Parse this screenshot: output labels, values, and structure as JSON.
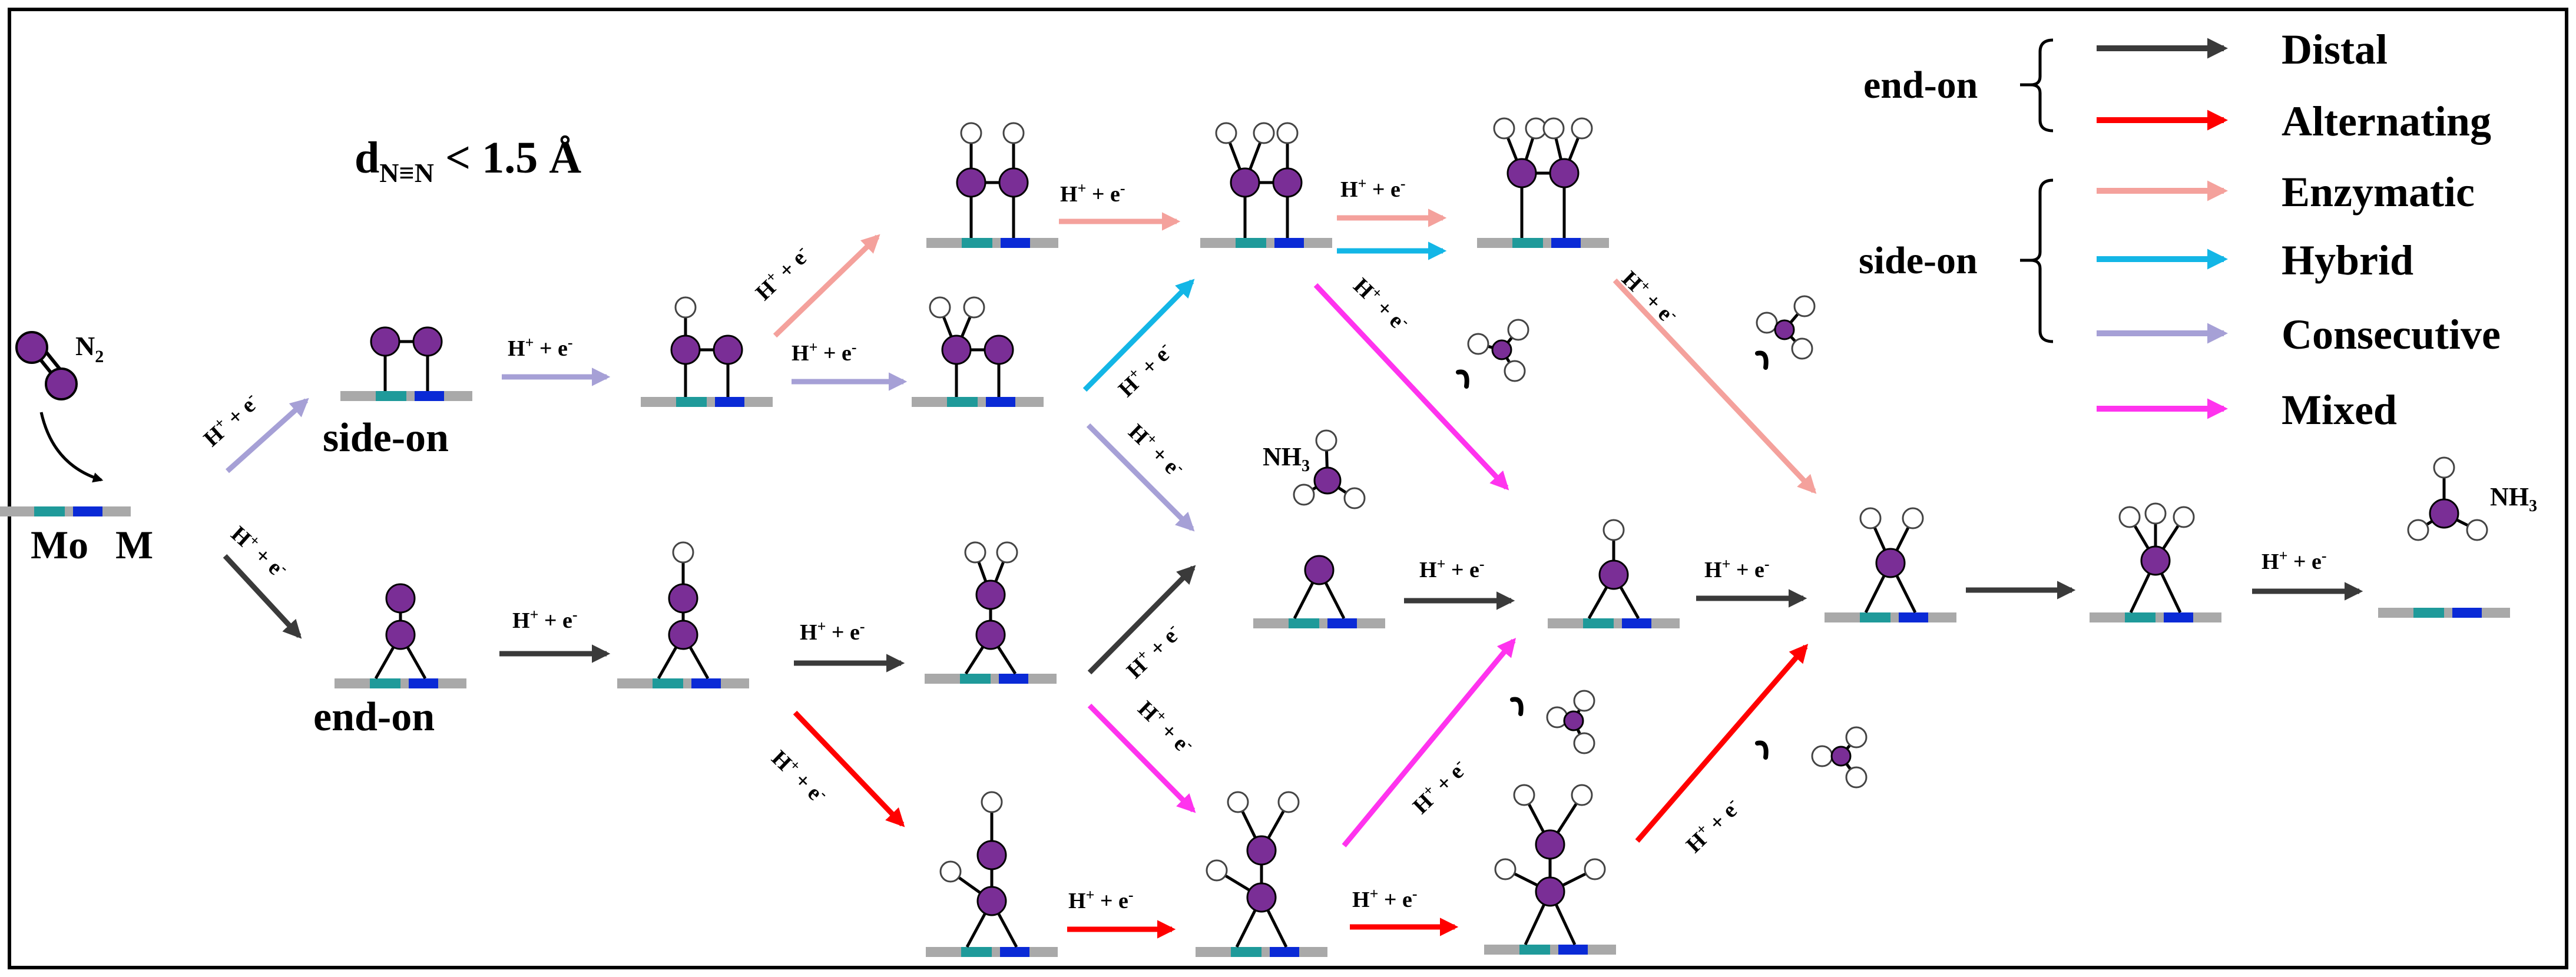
{
  "title_expr": {
    "main": "d",
    "sub": "N≡N",
    "rest": " < 1.5 Å"
  },
  "n2_label": "N",
  "n2_sub": "2",
  "substrate_labels": {
    "mo": "Mo",
    "m": "M"
  },
  "mode_labels": {
    "side_on": "side-on",
    "end_on": "end-on"
  },
  "step_label": {
    "h": "H",
    "h_sup": "+",
    "plus": " + e",
    "e_sup": "-"
  },
  "nh3": {
    "n": "NH",
    "sub": "3"
  },
  "legend": {
    "groups": [
      {
        "label": "end-on",
        "members": [
          "distal",
          "alternating"
        ]
      },
      {
        "label": "side-on",
        "members": [
          "enzymatic",
          "hybrid",
          "consecutive"
        ]
      }
    ],
    "items": [
      {
        "key": "distal",
        "label": "Distal",
        "color": "#3a3a3a"
      },
      {
        "key": "alternating",
        "label": "Alternating",
        "color": "#ff0000"
      },
      {
        "key": "enzymatic",
        "label": "Enzymatic",
        "color": "#f4a19c"
      },
      {
        "key": "hybrid",
        "label": "Hybrid",
        "color": "#13b6e6"
      },
      {
        "key": "consecutive",
        "label": "Consecutive",
        "color": "#a6a0d6"
      },
      {
        "key": "mixed",
        "label": "Mixed",
        "color": "#ff33ee"
      }
    ]
  },
  "colors": {
    "atom_n": "#7a2e96",
    "atom_h_stroke": "#444444",
    "substrate": "#a9a9a9",
    "site_mo": "#1f9a9a",
    "site_m": "#0a2ad6",
    "border": "#000000"
  }
}
